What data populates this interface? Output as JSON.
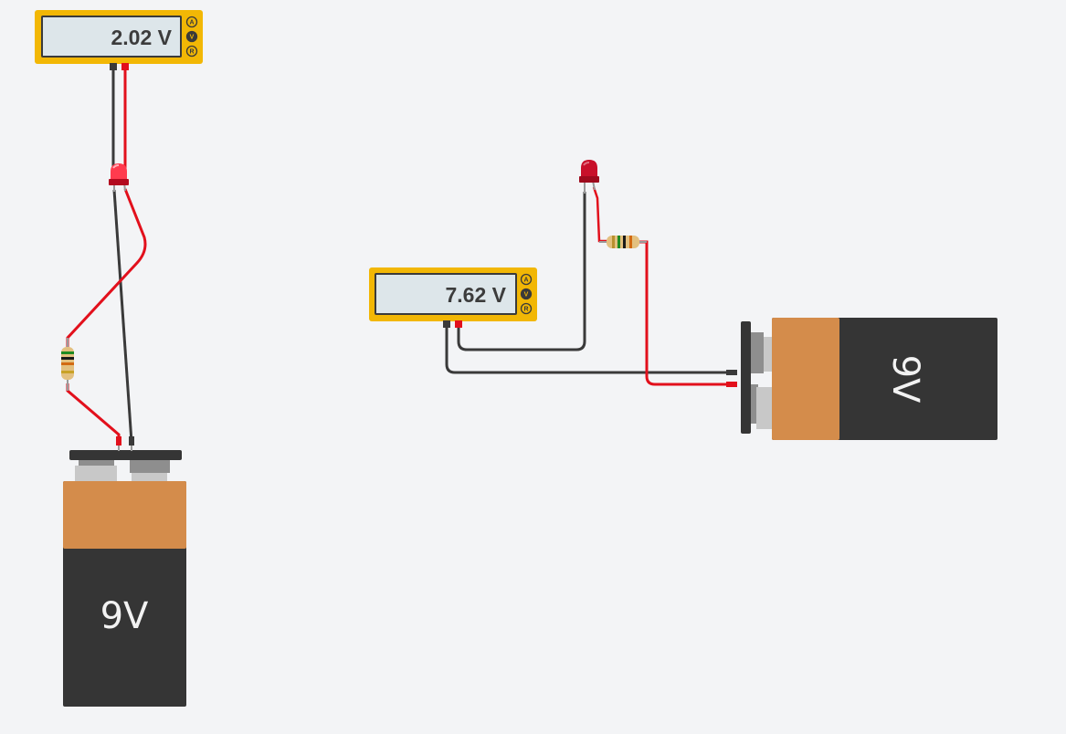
{
  "colors": {
    "background": "#f3f4f6",
    "multimeter_body": "#f2b705",
    "multimeter_screen": "#dde6ea",
    "battery_top": "#d48c4b",
    "battery_body": "#353535",
    "wire_red": "#e2101c",
    "wire_black": "#3a3a3a",
    "led_red": "#d9102a"
  },
  "multimeters": [
    {
      "id": "multimeter-1",
      "reading": "2.02 V",
      "modes": [
        "A",
        "V",
        "R"
      ],
      "selected_mode": "V"
    },
    {
      "id": "multimeter-2",
      "reading": "7.62 V",
      "modes": [
        "A",
        "V",
        "R"
      ],
      "selected_mode": "V"
    }
  ],
  "batteries": [
    {
      "id": "battery-1",
      "label": "9V"
    },
    {
      "id": "battery-2",
      "label": "9V"
    }
  ],
  "components": {
    "leds": [
      "led-1",
      "led-2"
    ],
    "resistors": [
      "resistor-1",
      "resistor-2"
    ]
  }
}
